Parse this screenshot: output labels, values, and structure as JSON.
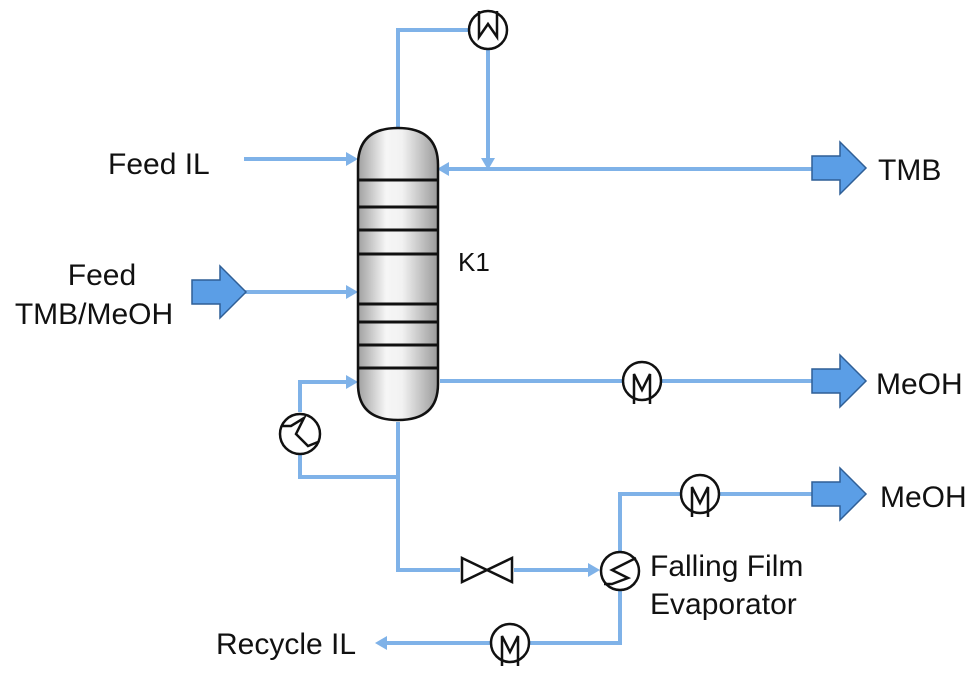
{
  "labels": {
    "feed_il": "Feed IL",
    "feed_tmb_meoh_line1": "Feed",
    "feed_tmb_meoh_line2": "TMB/MeOH",
    "column": "K1",
    "product_tmb": "TMB",
    "product_meoh_top": "MeOH",
    "product_meoh_bottom": "MeOH",
    "evaporator_line1": "Falling Film",
    "evaporator_line2": "Evaporator",
    "recycle_il": "Recycle IL"
  },
  "colors": {
    "pipe": "#7fb2e8",
    "product_arrow": "#5b9ee6",
    "symbol_stroke": "#111111",
    "column_light": "#f5f5f5",
    "column_dark": "#9a9a9a"
  }
}
